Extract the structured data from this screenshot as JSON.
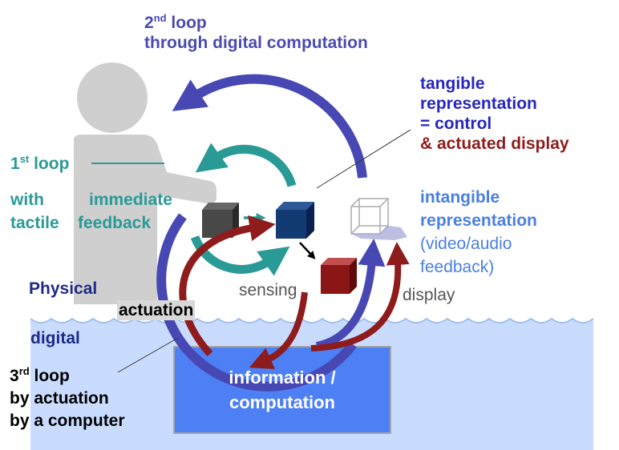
{
  "colors": {
    "loop1": "#2a9a96",
    "loop2": "#4848b4",
    "loop3": "#8e1c1c",
    "title_blue": "#4a4ab0",
    "tangible_blue": "#2626c0",
    "intangible_blue": "#4a7fe0",
    "dark_navy": "#1e2a86",
    "water": "#c9dcff",
    "info_box": "#4d7ff5",
    "person": "#cfcfcf"
  },
  "loop2": {
    "num": "2",
    "sup": "nd",
    "line1_rest": " loop",
    "line2": "through digital computation"
  },
  "tangible": {
    "line1": "tangible",
    "line2": "representation",
    "line3": "= control",
    "line4": "& actuated display"
  },
  "loop1": {
    "num": "1",
    "sup": "st",
    "rest": " loop",
    "line2a": "with",
    "line2b": "immediate",
    "line3a": "tactile",
    "line3b": "feedback"
  },
  "intangible": {
    "line1": "intangible",
    "line2": "representation",
    "line3": "(video/audio",
    "line4": "feedback)"
  },
  "layers": {
    "physical": "Physical",
    "digital": "digital",
    "actuation": "actuation"
  },
  "processes": {
    "sensing": "sensing",
    "display": "display"
  },
  "info_box": {
    "line1": "information /",
    "line2": "computation"
  },
  "loop3": {
    "num": "3",
    "sup": "rd",
    "rest": " loop",
    "line2": "by actuation",
    "line3": "by a computer"
  },
  "icons": [
    "person-silhouette-icon",
    "cube-icon",
    "curved-arrow-icon",
    "wave-icon"
  ]
}
